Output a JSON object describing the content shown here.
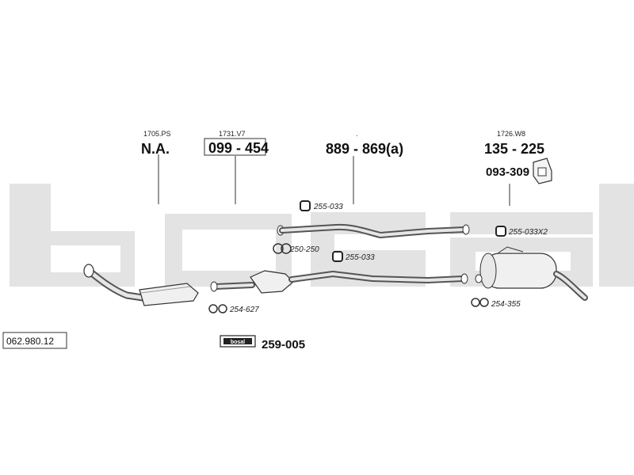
{
  "watermark_logo": "bosal",
  "catalogue_number": "062.980.12",
  "parts": {
    "front_pipe": {
      "ref": "1705.PS",
      "number": "N.A."
    },
    "catalytic_converter": {
      "ref": "1731.V7",
      "number": "099 - 454"
    },
    "middle_pipe": {
      "ref": ".",
      "number": "889 - 869(a)"
    },
    "rear_silencer": {
      "ref": "1726.W8",
      "number": "135 - 225"
    },
    "rear_hanger": {
      "number": "093-309"
    }
  },
  "fittings": {
    "rubber_top": "255-033",
    "clamp_middle": "250-250",
    "rubber_middle": "255-033",
    "rubber_rear": "255-033X2",
    "gasket_front": "254-627",
    "gasket_rear": "254-355"
  },
  "kit": {
    "logo": "bosal",
    "number": "259-005"
  }
}
